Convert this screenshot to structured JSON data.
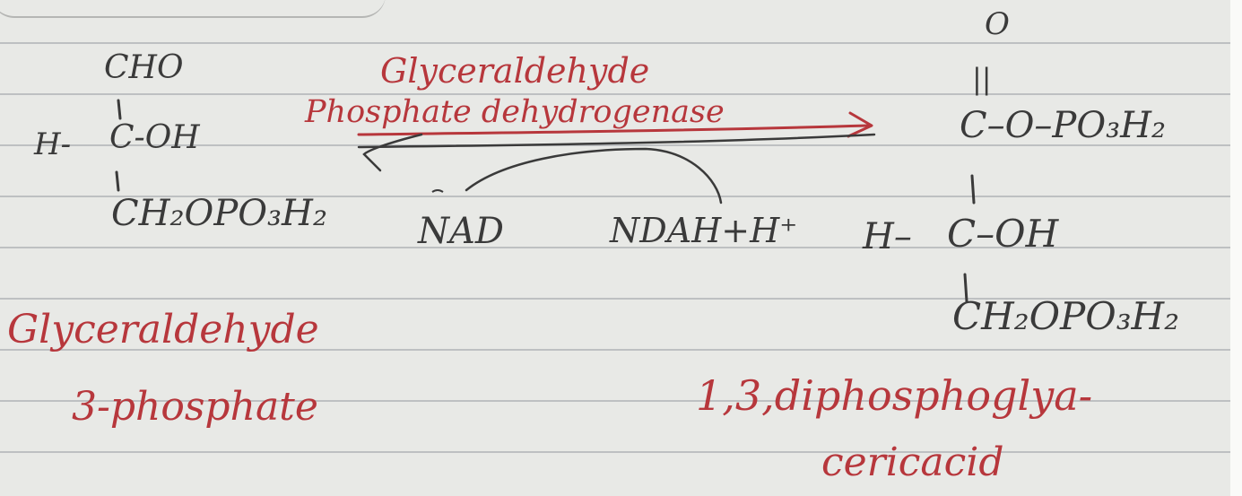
{
  "reactant": {
    "top": "CHO",
    "middle_left": "H-",
    "middle": "C-OH",
    "bottom": "CH₂OPO₃H₂",
    "name_line1": "Glyceraldehyde",
    "name_line2": "3-phosphate"
  },
  "enzyme": {
    "line1": "Glyceraldehyde",
    "line2": "Phosphate dehydrogenase"
  },
  "cofactors": {
    "nad": "NAD",
    "nadh": "NDAH+H⁺"
  },
  "product": {
    "oxygen": "O",
    "double_bond": "||",
    "carbonyl": "C–O–PO₃H₂",
    "middle_left": "H–",
    "middle": "C–OH",
    "bottom": "CH₂OPO₃H₂",
    "name_line1": "1,3,diphosphoglya-",
    "name_line2": "cericacid"
  },
  "colors": {
    "dark_ink": "#3a3a3a",
    "red_ink": "#b7373c",
    "paper": "#e8e9e6",
    "rule_line": "#6e737d"
  }
}
